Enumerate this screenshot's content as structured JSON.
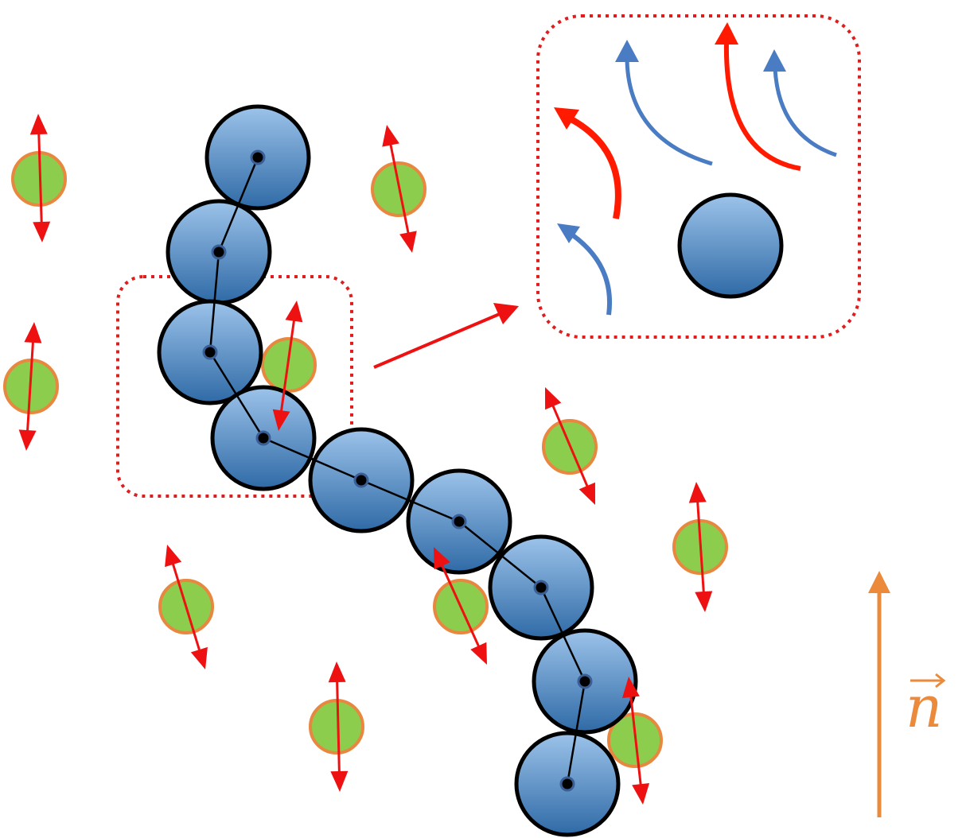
{
  "colors": {
    "bead_fill_top": "#9cc3ea",
    "bead_fill_bottom": "#2f6aa6",
    "bead_stroke": "#000000",
    "bond": "#000000",
    "solvent_fill": "#8ccd4e",
    "solvent_stroke": "#e8873f",
    "arrow_red": "#ee1111",
    "flow_red": "#ff1a00",
    "flow_blue": "#4a7cc3",
    "frame_red": "#e21c1c",
    "director": "#ec8a3c"
  },
  "icons": {
    "bead": "circle",
    "solvent": "circle",
    "double_arrow": "double-headed-arrow",
    "director": "arrow-up"
  },
  "director_label": "n"
}
